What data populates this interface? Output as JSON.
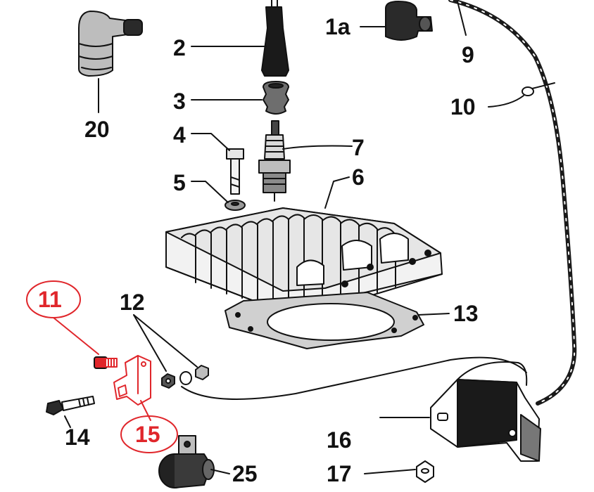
{
  "diagram": {
    "callouts": [
      {
        "id": "1a",
        "text": "1a"
      },
      {
        "id": "2",
        "text": "2"
      },
      {
        "id": "3",
        "text": "3"
      },
      {
        "id": "4",
        "text": "4"
      },
      {
        "id": "5",
        "text": "5"
      },
      {
        "id": "6",
        "text": "6"
      },
      {
        "id": "7",
        "text": "7"
      },
      {
        "id": "9",
        "text": "9"
      },
      {
        "id": "10",
        "text": "10"
      },
      {
        "id": "11",
        "text": "11",
        "highlighted": true
      },
      {
        "id": "12",
        "text": "12"
      },
      {
        "id": "13",
        "text": "13"
      },
      {
        "id": "14",
        "text": "14"
      },
      {
        "id": "15",
        "text": "15",
        "highlighted": true
      },
      {
        "id": "16",
        "text": "16"
      },
      {
        "id": "17",
        "text": "17"
      },
      {
        "id": "20",
        "text": "20"
      },
      {
        "id": "25",
        "text": "25"
      }
    ],
    "colors": {
      "ink": "#111111",
      "highlight": "#e0262b",
      "paper": "#ffffff"
    }
  }
}
